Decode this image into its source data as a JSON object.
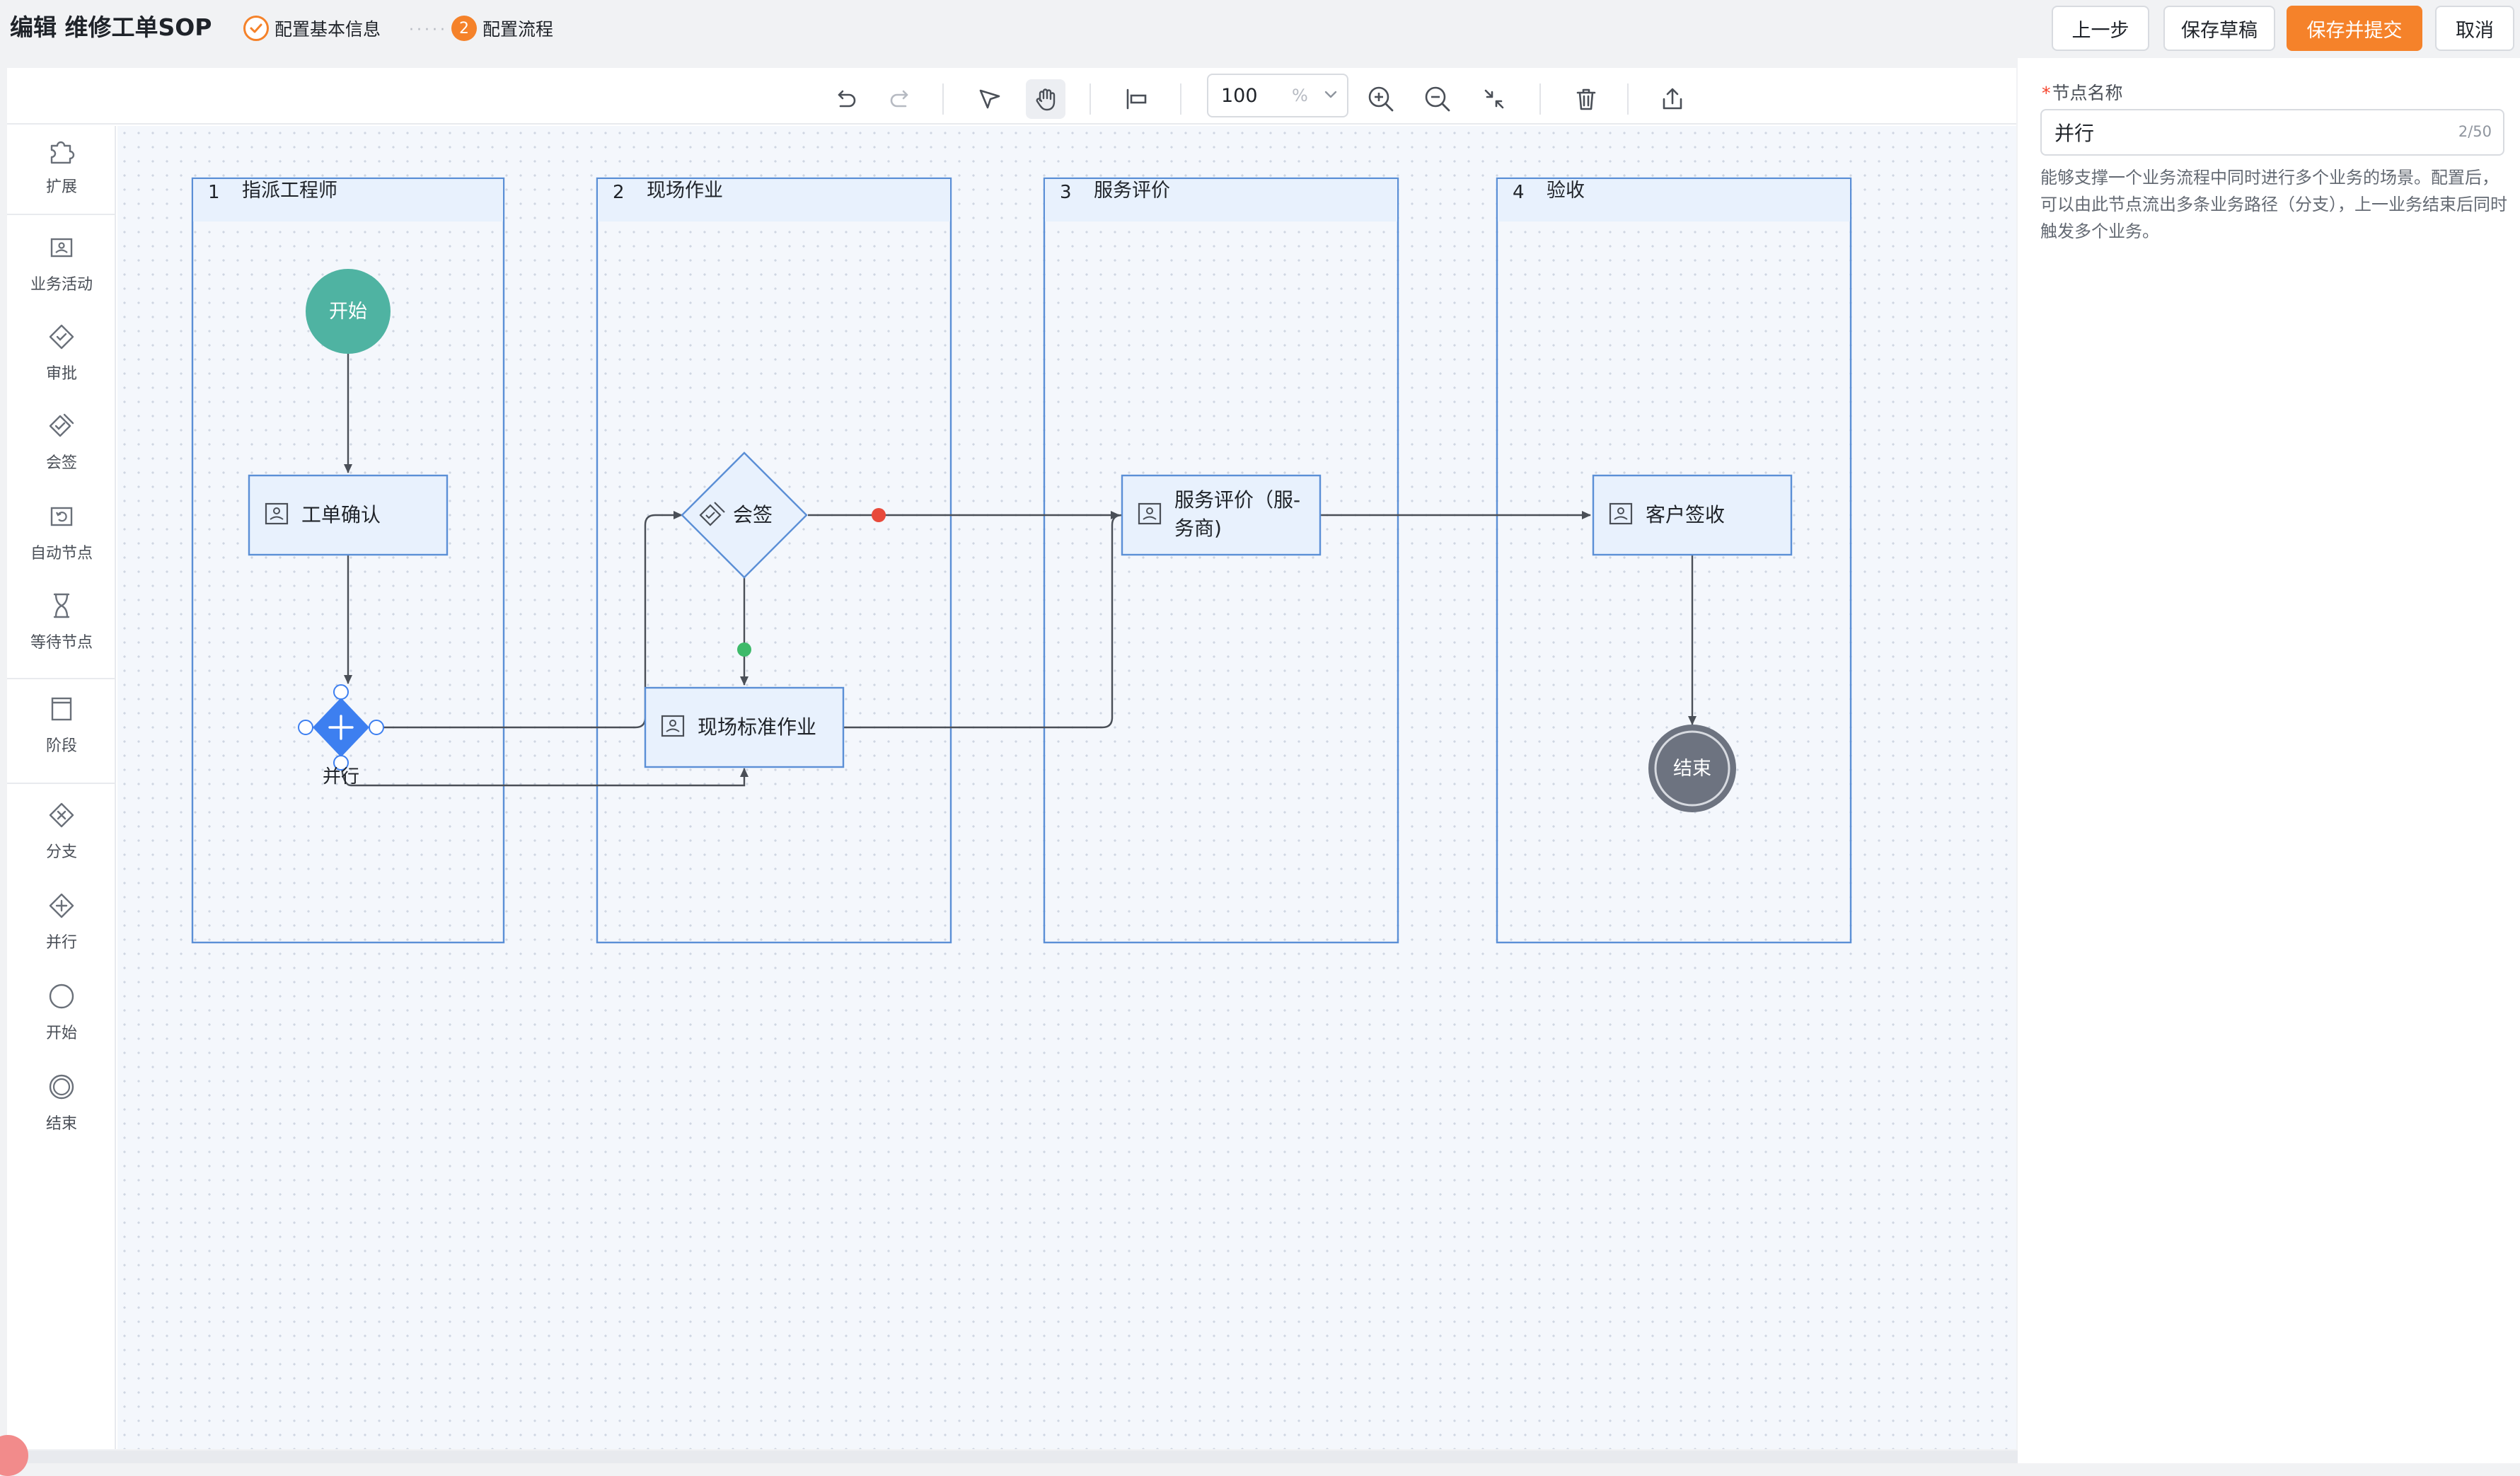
{
  "header": {
    "title": "编辑 维修工单SOP",
    "steps": [
      {
        "label": "配置基本信息",
        "state": "done"
      },
      {
        "label": "配置流程",
        "number": "2",
        "state": "current"
      }
    ],
    "buttons": {
      "prev": "上一步",
      "save_draft": "保存草稿",
      "save_submit": "保存并提交",
      "cancel": "取消"
    },
    "accent_color": "#f5822a"
  },
  "toolbar": {
    "icons": [
      "undo-icon",
      "redo-icon",
      "select-icon",
      "hand-icon",
      "align-icon",
      "zoom-in-icon",
      "zoom-out-icon",
      "fit-icon",
      "delete-icon",
      "export-icon"
    ],
    "zoom_value": "100",
    "zoom_unit": "%"
  },
  "palette": {
    "items": [
      {
        "label": "扩展",
        "icon": "puzzle-icon"
      },
      {
        "label": "业务活动",
        "icon": "activity-icon"
      },
      {
        "label": "审批",
        "icon": "approve-icon"
      },
      {
        "label": "会签",
        "icon": "countersign-icon"
      },
      {
        "label": "自动节点",
        "icon": "auto-node-icon"
      },
      {
        "label": "等待节点",
        "icon": "hourglass-icon"
      },
      {
        "label": "阶段",
        "icon": "stage-icon"
      },
      {
        "label": "分支",
        "icon": "branch-icon"
      },
      {
        "label": "并行",
        "icon": "parallel-icon"
      },
      {
        "label": "开始",
        "icon": "start-icon"
      },
      {
        "label": "结束",
        "icon": "end-icon"
      }
    ]
  },
  "diagram": {
    "lanes": [
      {
        "number": "1",
        "title": "指派工程师"
      },
      {
        "number": "2",
        "title": "现场作业"
      },
      {
        "number": "3",
        "title": "服务评价"
      },
      {
        "number": "4",
        "title": "验收"
      }
    ],
    "nodes": {
      "start": "开始",
      "ticket_confirm": "工单确认",
      "parallel": "并行",
      "countersign": "会签",
      "onsite_work": "现场标准作业",
      "service_eval_line1": "服务评价（服-",
      "service_eval_line2": "务商)",
      "customer_sign": "客户签收",
      "end": "结束"
    },
    "colors": {
      "start": "#4fb3a2",
      "parallel": "#3d7ff0",
      "end": "#6d7380",
      "lane_border": "#5b8fd6",
      "node_fill": "#e8f1fd",
      "red_dot": "#e84a3b",
      "green_dot": "#3dba6a"
    }
  },
  "panel": {
    "field_label": "节点名称",
    "required_mark": "*",
    "field_value": "并行",
    "char_count": "2/50",
    "description": "能够支撑一个业务流程中同时进行多个业务的场景。配置后，可以由此节点流出多条业务路径（分支），上一业务结束后同时触发多个业务。"
  }
}
